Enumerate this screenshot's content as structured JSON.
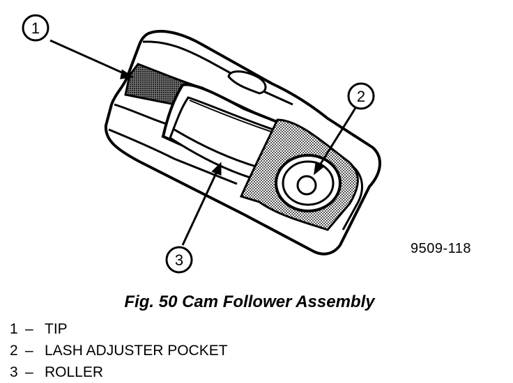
{
  "figure": {
    "code": "9509-118",
    "caption": "Fig. 50 Cam Follower Assembly"
  },
  "callouts": [
    {
      "number": "1"
    },
    {
      "number": "2"
    },
    {
      "number": "3"
    }
  ],
  "legend": [
    {
      "number": "1",
      "dash": "–",
      "label": "TIP"
    },
    {
      "number": "2",
      "dash": "–",
      "label": "LASH ADJUSTER POCKET"
    },
    {
      "number": "3",
      "dash": "–",
      "label": "ROLLER"
    }
  ]
}
